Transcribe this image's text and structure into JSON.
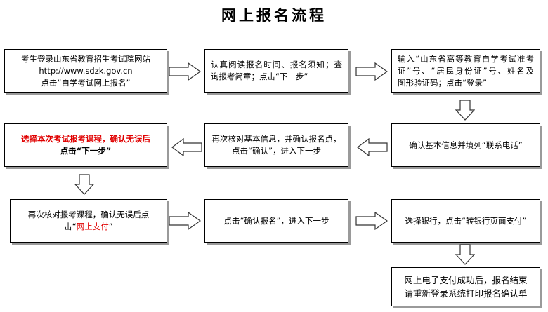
{
  "title": "网上报名流程",
  "steps": {
    "s1": {
      "lines": [
        "考生登录山东省教育招生考试院网站",
        "http://www.sdzk.gov.cn"
      ],
      "line3_pre": "点击“自学考试网上报名”"
    },
    "s2": {
      "lines": [
        "认真阅读报名时间、报名须知；查",
        "询报考简章；点击“下一步”"
      ]
    },
    "s3": {
      "lines": [
        "输入“山东省高等教育自学考试准考",
        "证”号、“居民身份证”号、姓名及",
        "图形验证码；点击“登录”"
      ]
    },
    "s4": {
      "lines": [
        "确认基本信息并填列“联系电话”"
      ]
    },
    "s5": {
      "lines": [
        "再次核对基本信息，并确认报名点，",
        "点击“确认”，进入下一步"
      ]
    },
    "s6": {
      "line1": "选择本次考试报考课程，确认无误后",
      "line2": "点击“下一步”"
    },
    "s7": {
      "line1": "再次核对报考课程，确认无误后点",
      "line2_pre": "击“",
      "line2_red": "网上支付",
      "line2_post": "”"
    },
    "s8": {
      "lines": [
        "点击“确认报名”，进入下一步"
      ]
    },
    "s9": {
      "lines": [
        "选择银行，点击“转银行页面支付”"
      ]
    },
    "s10": {
      "lines": [
        "网上电子支付成功后，报名结束",
        "请重新登录系统打印报名确认单"
      ]
    }
  },
  "colors": {
    "border": "#000000",
    "shadow": "#9a9a9a",
    "highlight": "#e00000",
    "arrow_fill": "#ffffff",
    "arrow_stroke": "#333333"
  }
}
